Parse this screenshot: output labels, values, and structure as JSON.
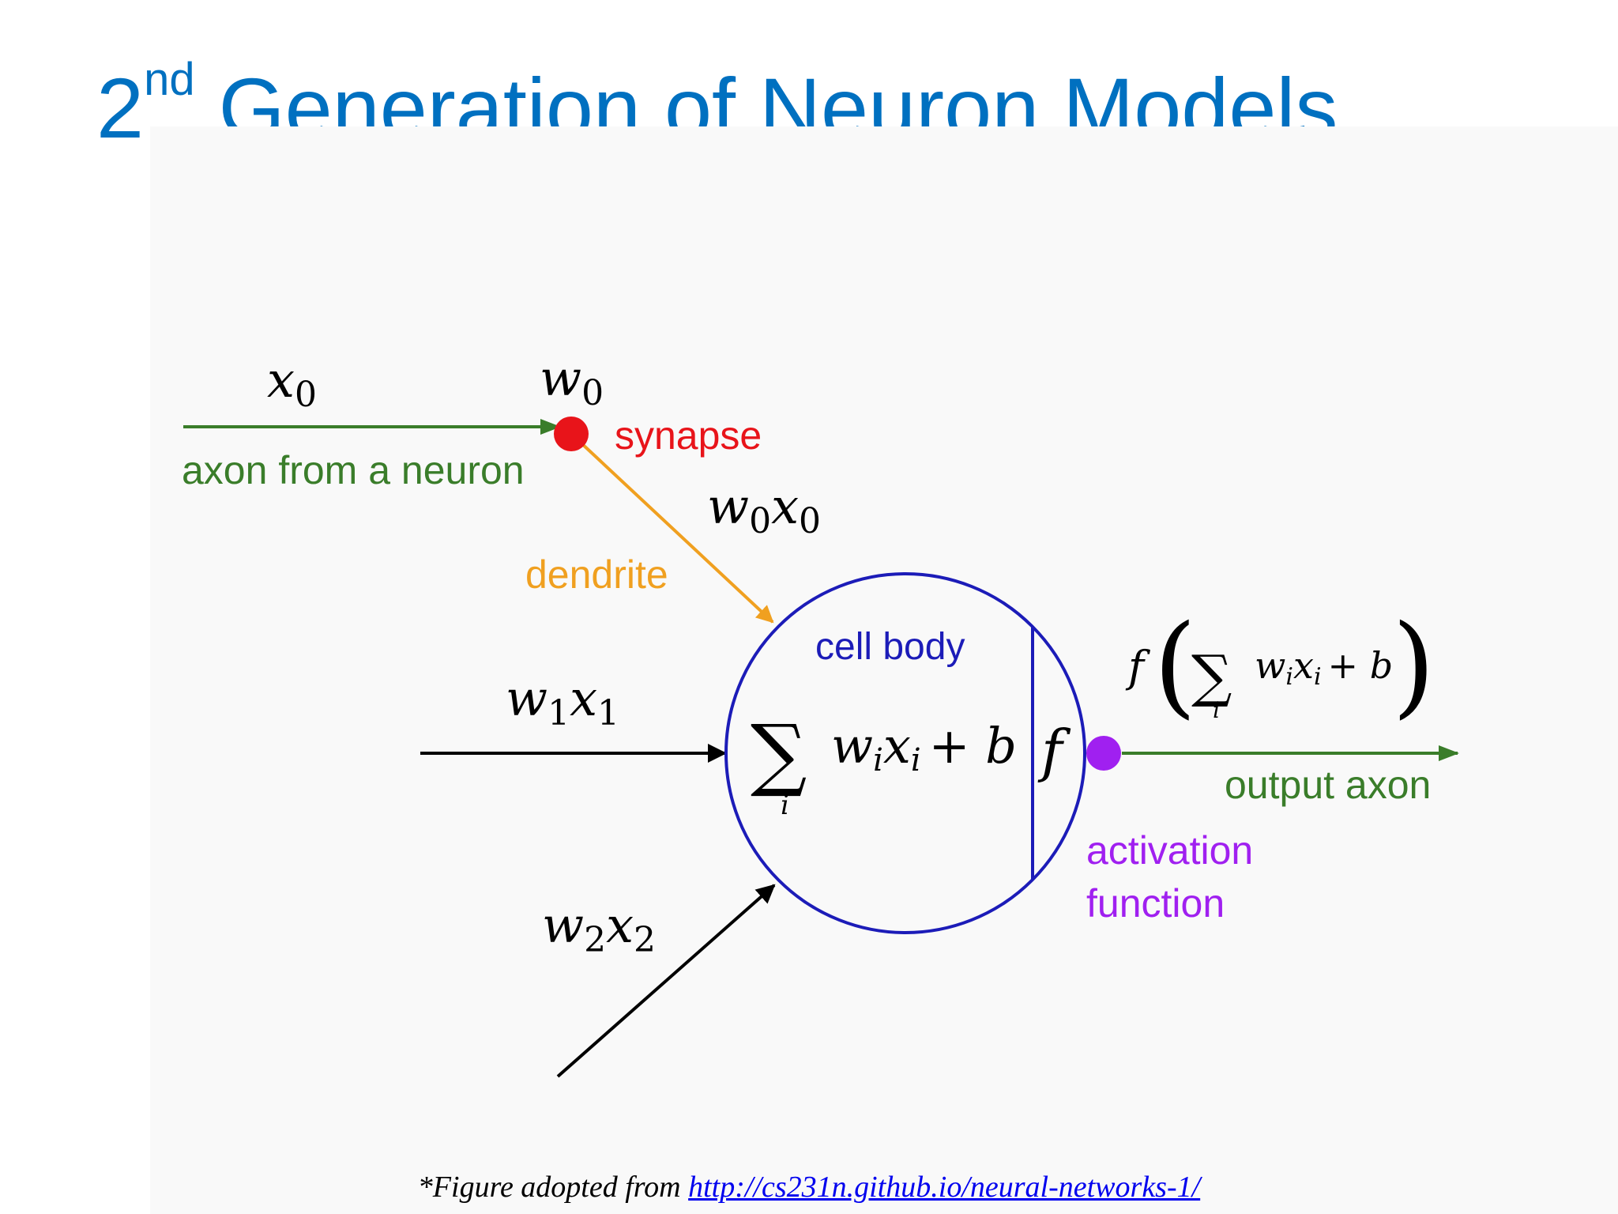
{
  "slide": {
    "title_prefix": "2",
    "title_sup": "nd",
    "title_rest": " Generation of Neuron Models"
  },
  "diagram": {
    "x0": "x",
    "x0_sub": "0",
    "w0": "w",
    "w0_sub": "0",
    "synapse": "synapse",
    "axon_from_neuron": "axon from a neuron",
    "w0x0_w": "w",
    "w0x0_wsub": "0",
    "w0x0_x": "x",
    "w0x0_xsub": "0",
    "dendrite": "dendrite",
    "cell_body": "cell body",
    "w1x1_w": "w",
    "w1x1_wsub": "1",
    "w1x1_x": "x",
    "w1x1_xsub": "1",
    "w2x2_w": "w",
    "w2x2_wsub": "2",
    "w2x2_x": "x",
    "w2x2_xsub": "2",
    "sum_symbol": "∑",
    "sum_index": "i",
    "sum_expr_w": "w",
    "sum_expr_wsub": "i",
    "sum_expr_x": "x",
    "sum_expr_xsub": "i",
    "sum_expr_plus_b": "+ b",
    "f_inside": "f",
    "out_f": "f",
    "out_lparen": "(",
    "out_sum": "∑",
    "out_index": "i",
    "out_w": "w",
    "out_wsub": "i",
    "out_x": "x",
    "out_xsub": "i",
    "out_plus_b": "+ b",
    "out_rparen": ")",
    "output_axon": "output axon",
    "activation_line1": "activation",
    "activation_line2": "function"
  },
  "caption": {
    "prefix": "*Figure adopted from ",
    "link": "http://cs231n.github.io/neural-networks-1/"
  },
  "colors": {
    "title": "#0070C0",
    "axon_green": "#3a7d2a",
    "synapse_red": "#e8141a",
    "dendrite_orange": "#f0a020",
    "cell_blue": "#1c1cb8",
    "activation_purple": "#a020f0",
    "black": "#000000"
  }
}
